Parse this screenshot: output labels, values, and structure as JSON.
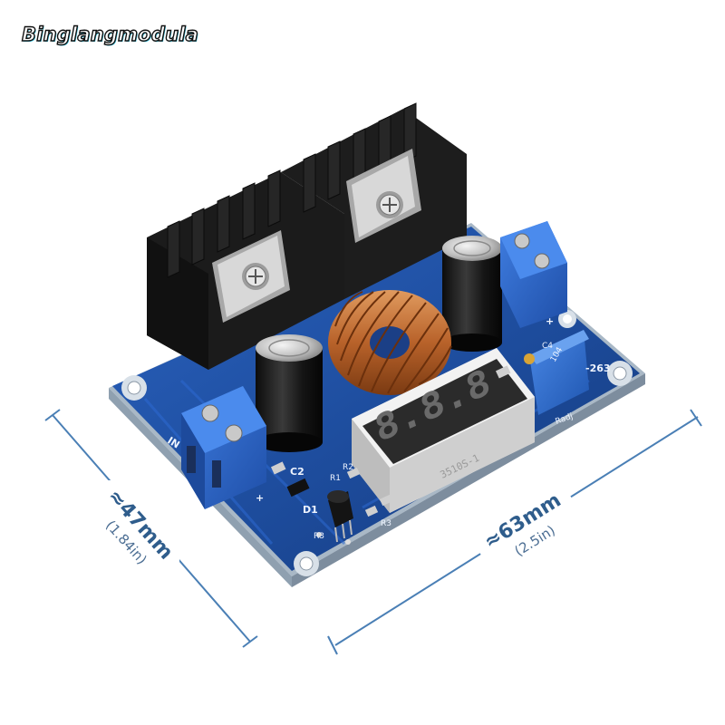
{
  "brand": "Binglangmodula",
  "dimensions": {
    "width": {
      "main": "≈63mm",
      "sub": "(2.5in)"
    },
    "height": {
      "main": "≈47mm",
      "sub": "(1.84in)"
    }
  },
  "display": {
    "digits": "8.8.8",
    "module_code": "3510S-1"
  },
  "silkscreen": {
    "in_label": "IN",
    "plus": "+",
    "c2": "C2",
    "d1": "D1",
    "r1": "R1",
    "r2": "R2",
    "r3": "R3",
    "c4": "C4",
    "part": "-263",
    "radj": "Radj",
    "pot_code": "104"
  },
  "colors": {
    "pcb": "#1d4fa0",
    "heatsink": "#1e1e1e",
    "coil": "#b8622a",
    "terminal": "#2c63c4",
    "dimension_line": "#4a7fb5"
  }
}
